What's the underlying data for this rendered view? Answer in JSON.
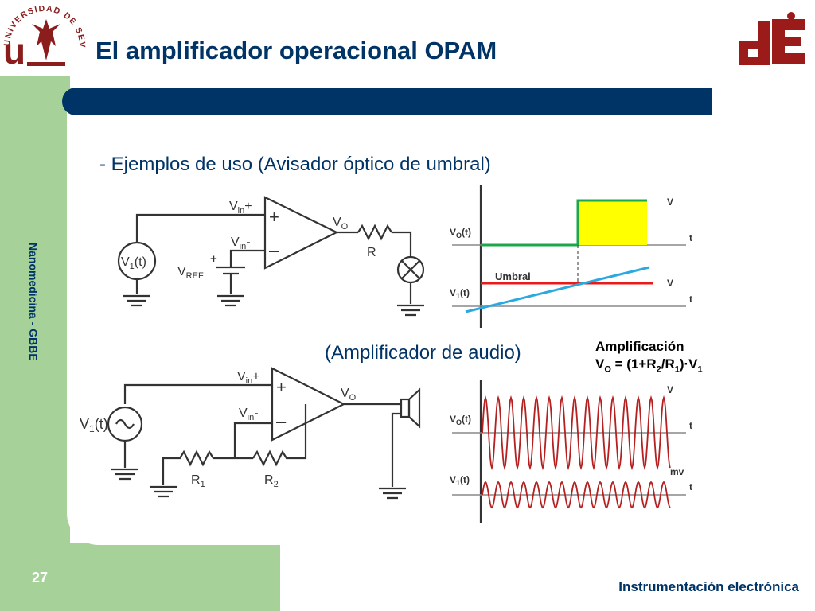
{
  "slide": {
    "title": "El amplificador operacional OPAM",
    "side_label": "Nanomedicina - GBBE",
    "page_number": "27",
    "footer": "Instrumentación electrónica",
    "logo_text": "UNIVERSIDAD DE SEVILLA"
  },
  "section1": {
    "heading": "- Ejemplos de uso (Avisador óptico de umbral)",
    "circuit": {
      "vin_plus": "Vin+",
      "vin_minus": "Vin-",
      "vo": "VO",
      "source": "V1(t)",
      "vref": "VREF",
      "resistor": "R",
      "plus": "+",
      "minus": "–"
    },
    "graph": {
      "vo_label": "VO(t)",
      "v1_label": "V1(t)",
      "umbral": "Umbral",
      "v_top": "V",
      "t_top": "t",
      "v_bottom": "V",
      "t_bottom": "t"
    }
  },
  "section2": {
    "heading": "(Amplificador de audio)",
    "gain_title": "Amplificación",
    "gain_formula": "VO = (1+R2/R1)·V1",
    "circuit": {
      "vin_plus": "Vin+",
      "vin_minus": "Vin-",
      "vo": "VO",
      "source": "V1(t)",
      "r1": "R1",
      "r2": "R2",
      "plus": "+",
      "minus": "–"
    },
    "graph": {
      "vo_label": "VO(t)",
      "v1_label": "V1(t)",
      "v_top": "V",
      "t_top": "t",
      "mv": "mv",
      "t_bottom": "t"
    }
  },
  "colors": {
    "navy": "#003466",
    "band_green": "#a6d29a",
    "logo_red": "#8b1d1d",
    "output_green": "#1aa84a",
    "threshold_red": "#e81a1a",
    "input_blue": "#2aa9e0",
    "signal_red": "#b52020",
    "highlight_yellow": "#ffff00"
  }
}
